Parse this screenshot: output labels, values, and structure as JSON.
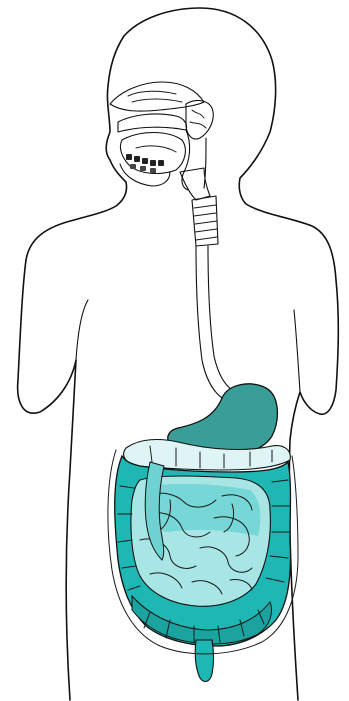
{
  "figure": {
    "labels": [],
    "colors": {
      "background": "#ffffff",
      "outline": "#111111",
      "stomach": "#3a9e98",
      "small_intestine_light": "#a8e6e6",
      "small_intestine_mid": "#6fd2d2",
      "large_intestine": "#1fb7b4",
      "colon_band": "#1aa39f"
    },
    "organs": [
      "mouth",
      "tongue",
      "teeth",
      "pharynx",
      "esophagus",
      "stomach",
      "small-intestine",
      "large-intestine",
      "appendix"
    ]
  }
}
